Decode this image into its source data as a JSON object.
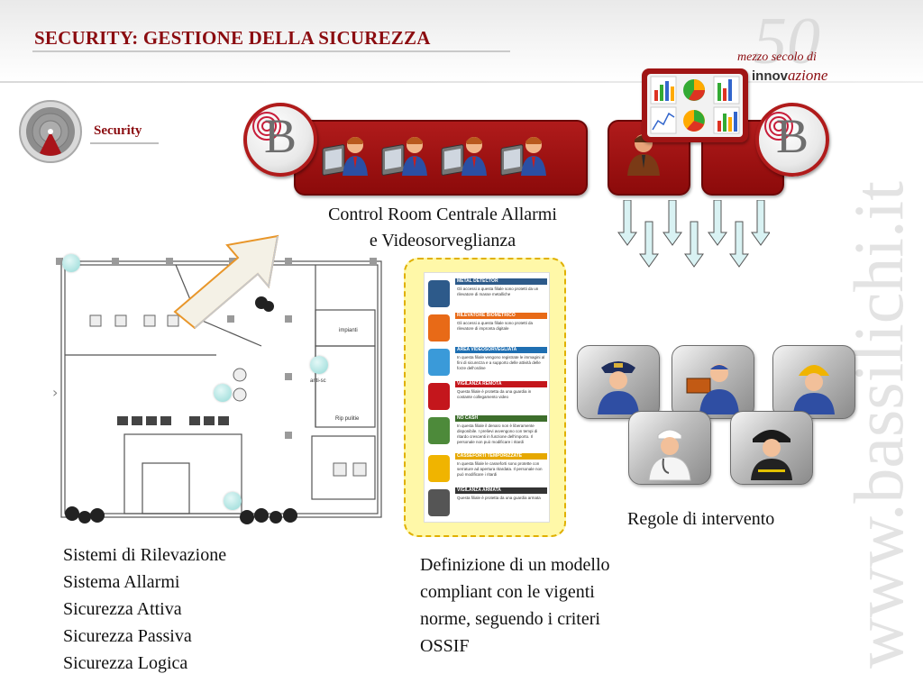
{
  "header": {
    "title": "SECURITY: GESTIONE DELLA SICUREZZA",
    "section_label": "Security"
  },
  "logo": {
    "anniversary_number": "50",
    "anniversary_line1": "mezzo secolo di",
    "anniversary_line2a": "innov",
    "anniversary_line2b": "azione",
    "website_watermark": "www.bassilichi.it"
  },
  "control_room": {
    "caption_line1": "Control Room Centrale Allarmi",
    "caption_line2": "e Videosorveglianza",
    "badge_letter": "B",
    "operator_count": 4
  },
  "floorplan": {
    "room_labels": [
      "impianti",
      "anti-sc",
      "Rip pulitie"
    ]
  },
  "legend_card": {
    "items": [
      {
        "heading": "METAL DETECTOR",
        "text": "Gli accessi a questa filiale sono protetti da un rilevatore di masse metalliche",
        "color": "#2d5a8a",
        "icon_color": "#2d5a8a"
      },
      {
        "heading": "RILEVATORE BIOMETRICO",
        "text": "Gli accessi a questa filiale sono protetti da rilevatore di impronta digitale",
        "color": "#e86a17",
        "icon_color": "#e86a17"
      },
      {
        "heading": "AREA VIDEOSORVEGLIATA",
        "text": "In questa filiale vengono registrate le immagini al fini di sicurezza e a supporto delle attività delle forze dell'ordine",
        "color": "#1f6fb2",
        "icon_color": "#3a9ad9"
      },
      {
        "heading": "VIGILANZA REMOTA",
        "text": "Questa filiale è protetta da una guardia in costante collegamento video",
        "color": "#c4161c",
        "icon_color": "#c4161c"
      },
      {
        "heading": "NO CASH",
        "text": "In questa filiale il denaro non è liberamente disponibile. I prelievi avvengono con tempi di ritardo crescenti in funzione dell'importo. Il personale non può modificare i ritardi",
        "color": "#3d6e2c",
        "icon_color": "#4d8a3a"
      },
      {
        "heading": "CASSEFORTI TEMPORIZZATE",
        "text": "In questa filiale le casseforti sono protette con serrature ad apertura ritardata. Il personale non può modificare i ritardi",
        "color": "#e6a800",
        "icon_color": "#f0b400"
      },
      {
        "heading": "VIGILANZA ARMATA",
        "text": "Questa filiale è protetta da una guardia armata",
        "color": "#333333",
        "icon_color": "#555555"
      }
    ]
  },
  "captions": {
    "systems": [
      "Sistemi di Rilevazione",
      "Sistema Allarmi",
      "Sicurezza Attiva",
      "Sicurezza Passiva",
      "Sicurezza Logica"
    ],
    "model": [
      "Definizione di un modello",
      "compliant con le vigenti",
      "norme, seguendo i criteri",
      "OSSIF"
    ],
    "rules": "Regole di intervento"
  },
  "responders": [
    "police-officer",
    "technician",
    "construction-worker",
    "doctor",
    "firefighter"
  ],
  "colors": {
    "brand_red": "#8b0c10",
    "panel_red": "#a01414",
    "dot_teal": "#9adbd8",
    "arrow_fill": "#d9f2f3"
  }
}
